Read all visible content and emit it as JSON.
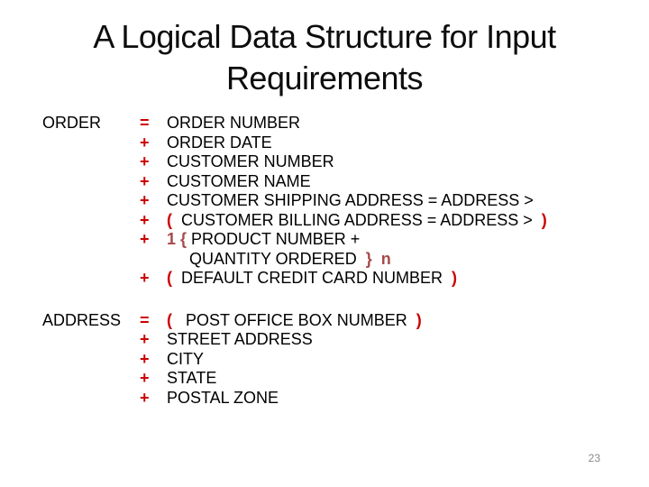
{
  "slide": {
    "title_line1": "A Logical Data Structure for Input",
    "title_line2": "Requirements",
    "page_number": "23"
  },
  "colors": {
    "operator_red": "#cc0000",
    "iteration_marker": "#a64a4a",
    "body_text": "#000000",
    "title_text": "#0d0d0d",
    "page_number_gray": "#8a8a8a",
    "background": "#ffffff"
  },
  "sections": [
    {
      "label": "ORDER",
      "rows": [
        {
          "op": "=",
          "segments": [
            {
              "c": "black",
              "t": "ORDER NUMBER"
            }
          ]
        },
        {
          "op": "+",
          "segments": [
            {
              "c": "black",
              "t": "ORDER DATE"
            }
          ]
        },
        {
          "op": "+",
          "segments": [
            {
              "c": "black",
              "t": "CUSTOMER NUMBER"
            }
          ]
        },
        {
          "op": "+",
          "segments": [
            {
              "c": "black",
              "t": "CUSTOMER NAME"
            }
          ]
        },
        {
          "op": "+",
          "segments": [
            {
              "c": "black",
              "t": "CUSTOMER SHIPPING ADDRESS = ADDRESS >"
            }
          ]
        },
        {
          "op": "+",
          "segments": [
            {
              "c": "red",
              "t": "("
            },
            {
              "c": "black",
              "t": "  CUSTOMER BILLING ADDRESS = ADDRESS >  "
            },
            {
              "c": "red",
              "t": ")"
            }
          ]
        },
        {
          "op": "+",
          "segments": [
            {
              "c": "iter",
              "t": "1 {"
            },
            {
              "c": "black",
              "t": " PRODUCT NUMBER +"
            }
          ]
        },
        {
          "op": "",
          "segments": [
            {
              "c": "black",
              "t": "     QUANTITY ORDERED  "
            },
            {
              "c": "iter",
              "t": "}  n"
            }
          ]
        },
        {
          "op": "+",
          "segments": [
            {
              "c": "red",
              "t": "("
            },
            {
              "c": "black",
              "t": "  DEFAULT CREDIT CARD NUMBER  "
            },
            {
              "c": "red",
              "t": ")"
            }
          ]
        }
      ]
    },
    {
      "label": "ADDRESS",
      "rows": [
        {
          "op": "=",
          "segments": [
            {
              "c": "red",
              "t": "("
            },
            {
              "c": "black",
              "t": "   POST OFFICE BOX NUMBER  "
            },
            {
              "c": "red",
              "t": ")"
            }
          ]
        },
        {
          "op": "+",
          "segments": [
            {
              "c": "black",
              "t": "STREET ADDRESS"
            }
          ]
        },
        {
          "op": "+",
          "segments": [
            {
              "c": "black",
              "t": "CITY"
            }
          ]
        },
        {
          "op": "+",
          "segments": [
            {
              "c": "black",
              "t": "STATE"
            }
          ]
        },
        {
          "op": "+",
          "segments": [
            {
              "c": "black",
              "t": "POSTAL ZONE"
            }
          ]
        }
      ]
    }
  ]
}
